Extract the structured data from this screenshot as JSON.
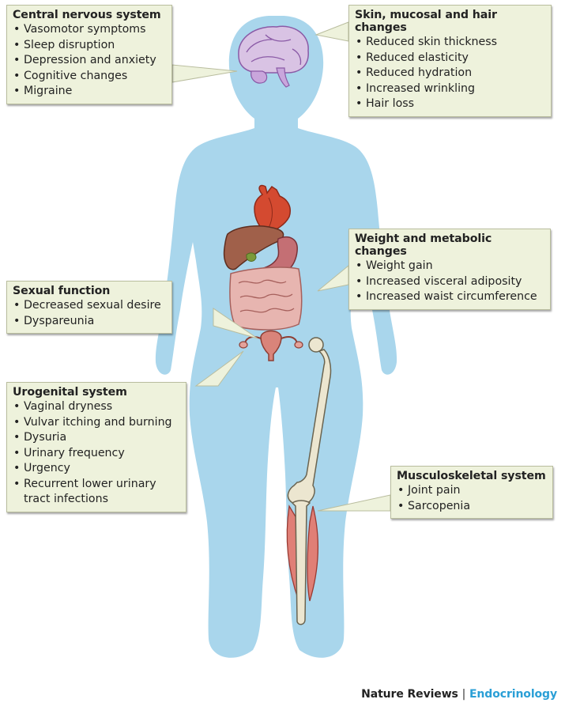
{
  "boxes": {
    "cns": {
      "title": "Central nervous system",
      "items": [
        "Vasomotor symptoms",
        "Sleep disruption",
        "Depression and anxiety",
        "Cognitive changes",
        "Migraine"
      ]
    },
    "skin": {
      "title": "Skin, mucosal and hair changes",
      "items": [
        "Reduced skin thickness",
        "Reduced elasticity",
        "Reduced hydration",
        "Increased wrinkling",
        "Hair loss"
      ]
    },
    "weight": {
      "title": "Weight and metabolic changes",
      "items": [
        "Weight gain",
        "Increased visceral adiposity",
        "Increased waist circumference"
      ]
    },
    "sexual": {
      "title": "Sexual function",
      "items": [
        "Decreased sexual desire",
        "Dyspareunia"
      ]
    },
    "urogenital": {
      "title": "Urogenital system",
      "items": [
        "Vaginal dryness",
        "Vulvar itching and burning",
        "Dysuria",
        "Urinary frequency",
        "Urgency",
        "Recurrent lower urinary",
        "tract infections"
      ]
    },
    "musculo": {
      "title": "Musculoskeletal system",
      "items": [
        "Joint pain",
        "Sarcopenia"
      ]
    }
  },
  "credit": {
    "publisher": "Nature Reviews",
    "separator": "|",
    "journal": "Endocrinology"
  },
  "colors": {
    "silhouette": "#a9d6ec",
    "box_fill": "#eef2dc",
    "journal": "#2a9fd6"
  }
}
